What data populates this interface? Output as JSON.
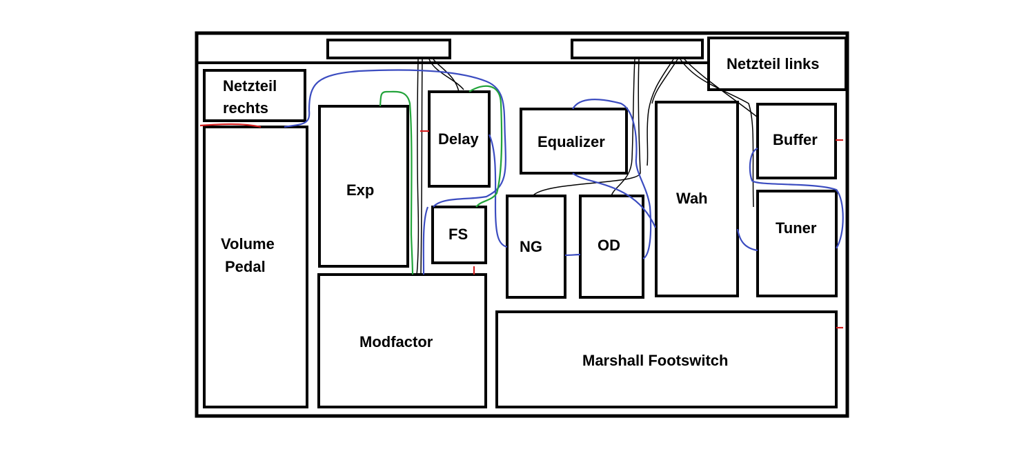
{
  "colors": {
    "outline": "#000000",
    "patch_cable": "#3b4cc0",
    "exp_cable": "#22a33a",
    "power_cable": "#000000",
    "jack_mark": "#d42020"
  },
  "labels": {
    "netzteil_links": "Netzteil links",
    "netzteil_rechts_line1": "Netzteil",
    "netzteil_rechts_line2": "rechts",
    "volume_line1": "Volume",
    "volume_line2": "Pedal",
    "exp": "Exp",
    "delay": "Delay",
    "fs": "FS",
    "modfactor": "Modfactor",
    "equalizer": "Equalizer",
    "ng": "NG",
    "od": "OD",
    "wah": "Wah",
    "buffer": "Buffer",
    "tuner": "Tuner",
    "marshall": "Marshall Footswitch"
  }
}
